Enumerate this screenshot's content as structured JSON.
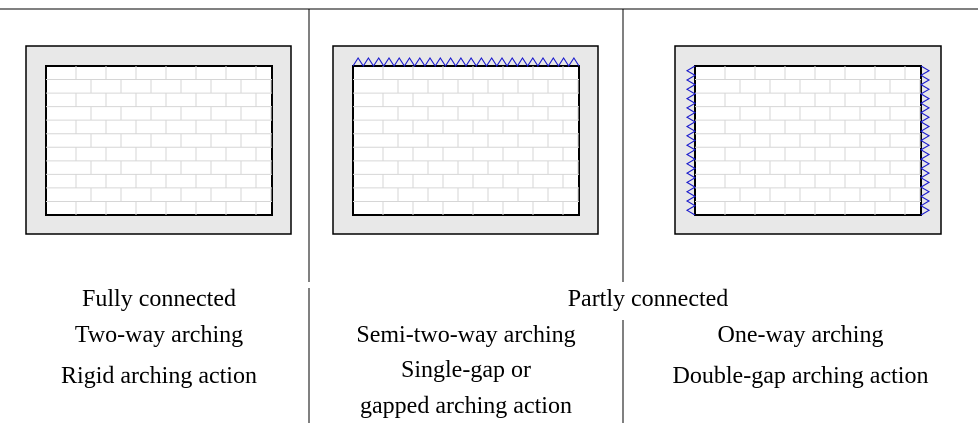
{
  "colors": {
    "frame_fill": "#e8e8e8",
    "frame_stroke": "#000000",
    "brick_line": "#d6d6d6",
    "gap_zigzag": "#1a1acc"
  },
  "panels": [
    {
      "id": "fully-connected",
      "gap": "none",
      "connection": "Fully connected",
      "arching": "Two-way arching",
      "action": "Rigid arching action"
    },
    {
      "id": "single-gap",
      "gap": "top",
      "arching": "Semi-two-way arching",
      "action_line1": "Single-gap or",
      "action_line2": "gapped arching action"
    },
    {
      "id": "double-gap",
      "gap": "sides",
      "arching": "One-way arching",
      "action": "Double-gap arching action"
    }
  ],
  "partly_connected_label": "Partly connected"
}
